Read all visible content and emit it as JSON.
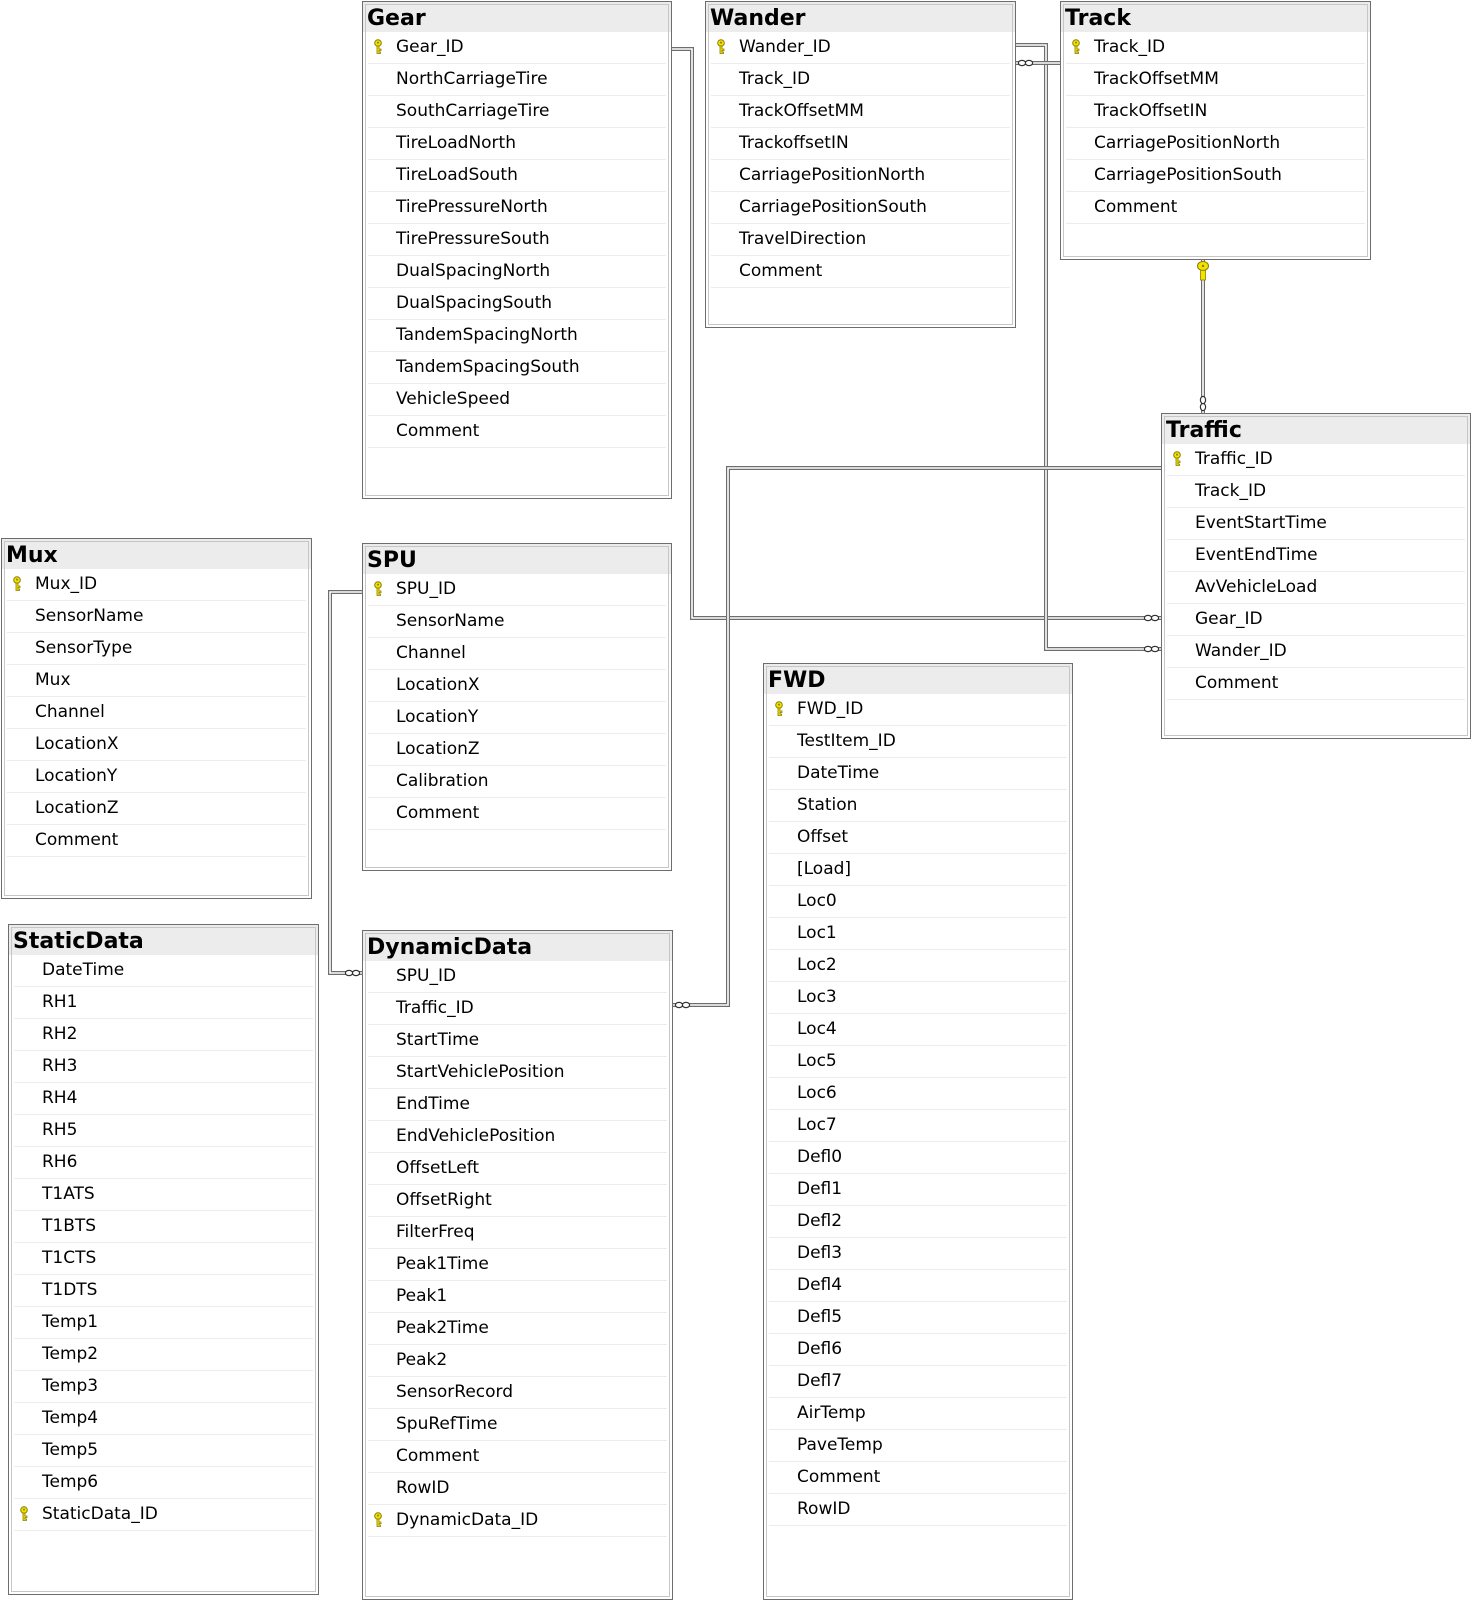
{
  "tables": [
    {
      "id": "gear",
      "title": "Gear",
      "columns": [
        {
          "name": "Gear_ID",
          "pk": true
        },
        {
          "name": "NorthCarriageTire"
        },
        {
          "name": "SouthCarriageTire"
        },
        {
          "name": "TireLoadNorth"
        },
        {
          "name": "TireLoadSouth"
        },
        {
          "name": "TirePressureNorth"
        },
        {
          "name": "TirePressureSouth"
        },
        {
          "name": "DualSpacingNorth"
        },
        {
          "name": "DualSpacingSouth"
        },
        {
          "name": "TandemSpacingNorth"
        },
        {
          "name": "TandemSpacingSouth"
        },
        {
          "name": "VehicleSpeed"
        },
        {
          "name": "Comment"
        }
      ]
    },
    {
      "id": "wander",
      "title": "Wander",
      "columns": [
        {
          "name": "Wander_ID",
          "pk": true
        },
        {
          "name": "Track_ID"
        },
        {
          "name": "TrackOffsetMM"
        },
        {
          "name": "TrackoffsetIN"
        },
        {
          "name": "CarriagePositionNorth"
        },
        {
          "name": "CarriagePositionSouth"
        },
        {
          "name": "TravelDirection"
        },
        {
          "name": "Comment"
        }
      ]
    },
    {
      "id": "track",
      "title": "Track",
      "columns": [
        {
          "name": "Track_ID",
          "pk": true
        },
        {
          "name": "TrackOffsetMM"
        },
        {
          "name": "TrackOffsetIN"
        },
        {
          "name": "CarriagePositionNorth"
        },
        {
          "name": "CarriagePositionSouth"
        },
        {
          "name": "Comment"
        }
      ]
    },
    {
      "id": "traffic",
      "title": "Traffic",
      "columns": [
        {
          "name": "Traffic_ID",
          "pk": true
        },
        {
          "name": "Track_ID"
        },
        {
          "name": "EventStartTime"
        },
        {
          "name": "EventEndTime"
        },
        {
          "name": "AvVehicleLoad"
        },
        {
          "name": "Gear_ID"
        },
        {
          "name": "Wander_ID"
        },
        {
          "name": "Comment"
        }
      ]
    },
    {
      "id": "mux",
      "title": "Mux",
      "columns": [
        {
          "name": "Mux_ID",
          "pk": true
        },
        {
          "name": "SensorName"
        },
        {
          "name": "SensorType"
        },
        {
          "name": "Mux"
        },
        {
          "name": "Channel"
        },
        {
          "name": "LocationX"
        },
        {
          "name": "LocationY"
        },
        {
          "name": "LocationZ"
        },
        {
          "name": "Comment"
        }
      ]
    },
    {
      "id": "spu",
      "title": "SPU",
      "columns": [
        {
          "name": "SPU_ID",
          "pk": true
        },
        {
          "name": "SensorName"
        },
        {
          "name": "Channel"
        },
        {
          "name": "LocationX"
        },
        {
          "name": "LocationY"
        },
        {
          "name": "LocationZ"
        },
        {
          "name": "Calibration"
        },
        {
          "name": "Comment"
        }
      ]
    },
    {
      "id": "fwd",
      "title": "FWD",
      "columns": [
        {
          "name": "FWD_ID",
          "pk": true
        },
        {
          "name": "TestItem_ID"
        },
        {
          "name": "DateTime"
        },
        {
          "name": "Station"
        },
        {
          "name": "Offset"
        },
        {
          "name": "[Load]"
        },
        {
          "name": "Loc0"
        },
        {
          "name": "Loc1"
        },
        {
          "name": "Loc2"
        },
        {
          "name": "Loc3"
        },
        {
          "name": "Loc4"
        },
        {
          "name": "Loc5"
        },
        {
          "name": "Loc6"
        },
        {
          "name": "Loc7"
        },
        {
          "name": "Defl0"
        },
        {
          "name": "Defl1"
        },
        {
          "name": "Defl2"
        },
        {
          "name": "Defl3"
        },
        {
          "name": "Defl4"
        },
        {
          "name": "Defl5"
        },
        {
          "name": "Defl6"
        },
        {
          "name": "Defl7"
        },
        {
          "name": "AirTemp"
        },
        {
          "name": "PaveTemp"
        },
        {
          "name": "Comment"
        },
        {
          "name": "RowID"
        }
      ]
    },
    {
      "id": "staticdata",
      "title": "StaticData",
      "columns": [
        {
          "name": "DateTime"
        },
        {
          "name": "RH1"
        },
        {
          "name": "RH2"
        },
        {
          "name": "RH3"
        },
        {
          "name": "RH4"
        },
        {
          "name": "RH5"
        },
        {
          "name": "RH6"
        },
        {
          "name": "T1ATS"
        },
        {
          "name": "T1BTS"
        },
        {
          "name": "T1CTS"
        },
        {
          "name": "T1DTS"
        },
        {
          "name": "Temp1"
        },
        {
          "name": "Temp2"
        },
        {
          "name": "Temp3"
        },
        {
          "name": "Temp4"
        },
        {
          "name": "Temp5"
        },
        {
          "name": "Temp6"
        },
        {
          "name": "StaticData_ID",
          "pk": true
        }
      ]
    },
    {
      "id": "dynamicdata",
      "title": "DynamicData",
      "columns": [
        {
          "name": "SPU_ID"
        },
        {
          "name": "Traffic_ID"
        },
        {
          "name": "StartTime"
        },
        {
          "name": "StartVehiclePosition"
        },
        {
          "name": "EndTime"
        },
        {
          "name": "EndVehiclePosition"
        },
        {
          "name": "OffsetLeft"
        },
        {
          "name": "OffsetRight"
        },
        {
          "name": "FilterFreq"
        },
        {
          "name": "Peak1Time"
        },
        {
          "name": "Peak1"
        },
        {
          "name": "Peak2Time"
        },
        {
          "name": "Peak2"
        },
        {
          "name": "SensorRecord"
        },
        {
          "name": "SpuRefTime"
        },
        {
          "name": "Comment"
        },
        {
          "name": "RowID"
        },
        {
          "name": "DynamicData_ID",
          "pk": true
        }
      ]
    }
  ],
  "relationships": [
    {
      "id": "gear-traffic",
      "one": "gear",
      "many": "traffic"
    },
    {
      "id": "wander-traffic",
      "one": "wander",
      "many": "traffic"
    },
    {
      "id": "track-wander",
      "one": "track",
      "many": "wander"
    },
    {
      "id": "track-traffic",
      "one": "track",
      "many": "traffic"
    },
    {
      "id": "traffic-dynamicdata",
      "one": "traffic",
      "many": "dynamicdata"
    },
    {
      "id": "spu-dynamicdata",
      "one": "spu",
      "many": "dynamicdata"
    }
  ],
  "colors": {
    "key": "#f2e200",
    "key_outline": "#8a7d00",
    "line": "#6d6d6d",
    "title_bar": "#ececec"
  }
}
